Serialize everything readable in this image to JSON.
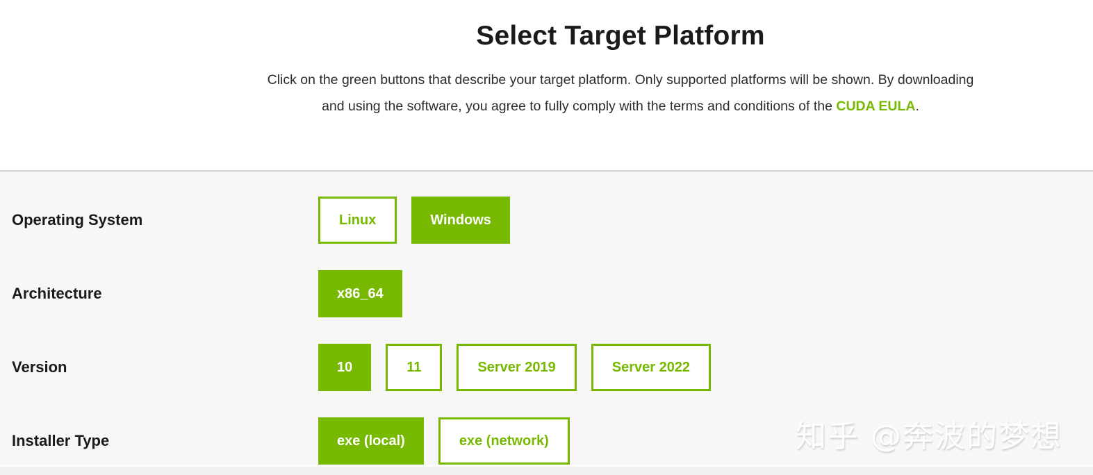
{
  "header": {
    "title": "Select Target Platform",
    "description_line1": "Click on the green buttons that describe your target platform. Only supported platforms will be shown. By downloading",
    "description_line2": "and using the software, you agree to fully comply with the terms and conditions of the ",
    "eula_link_label": "CUDA EULA",
    "description_suffix": "."
  },
  "selector": {
    "rows": [
      {
        "label": "Operating System",
        "options": [
          {
            "label": "Linux",
            "selected": false
          },
          {
            "label": "Windows",
            "selected": true
          }
        ]
      },
      {
        "label": "Architecture",
        "options": [
          {
            "label": "x86_64",
            "selected": true
          }
        ]
      },
      {
        "label": "Version",
        "options": [
          {
            "label": "10",
            "selected": true
          },
          {
            "label": "11",
            "selected": false
          },
          {
            "label": "Server 2019",
            "selected": false
          },
          {
            "label": "Server 2022",
            "selected": false
          }
        ]
      },
      {
        "label": "Installer Type",
        "options": [
          {
            "label": "exe (local)",
            "selected": true
          },
          {
            "label": "exe (network)",
            "selected": false
          }
        ]
      }
    ]
  },
  "watermark": "知乎 @奔波的梦想",
  "colors": {
    "accent_green": "#76b900",
    "section_bg": "#f7f7f7",
    "divider": "#cfcfcf",
    "title_text": "#1a1a1a",
    "body_text": "#2b2b2b",
    "selected_text": "#ffffff"
  }
}
